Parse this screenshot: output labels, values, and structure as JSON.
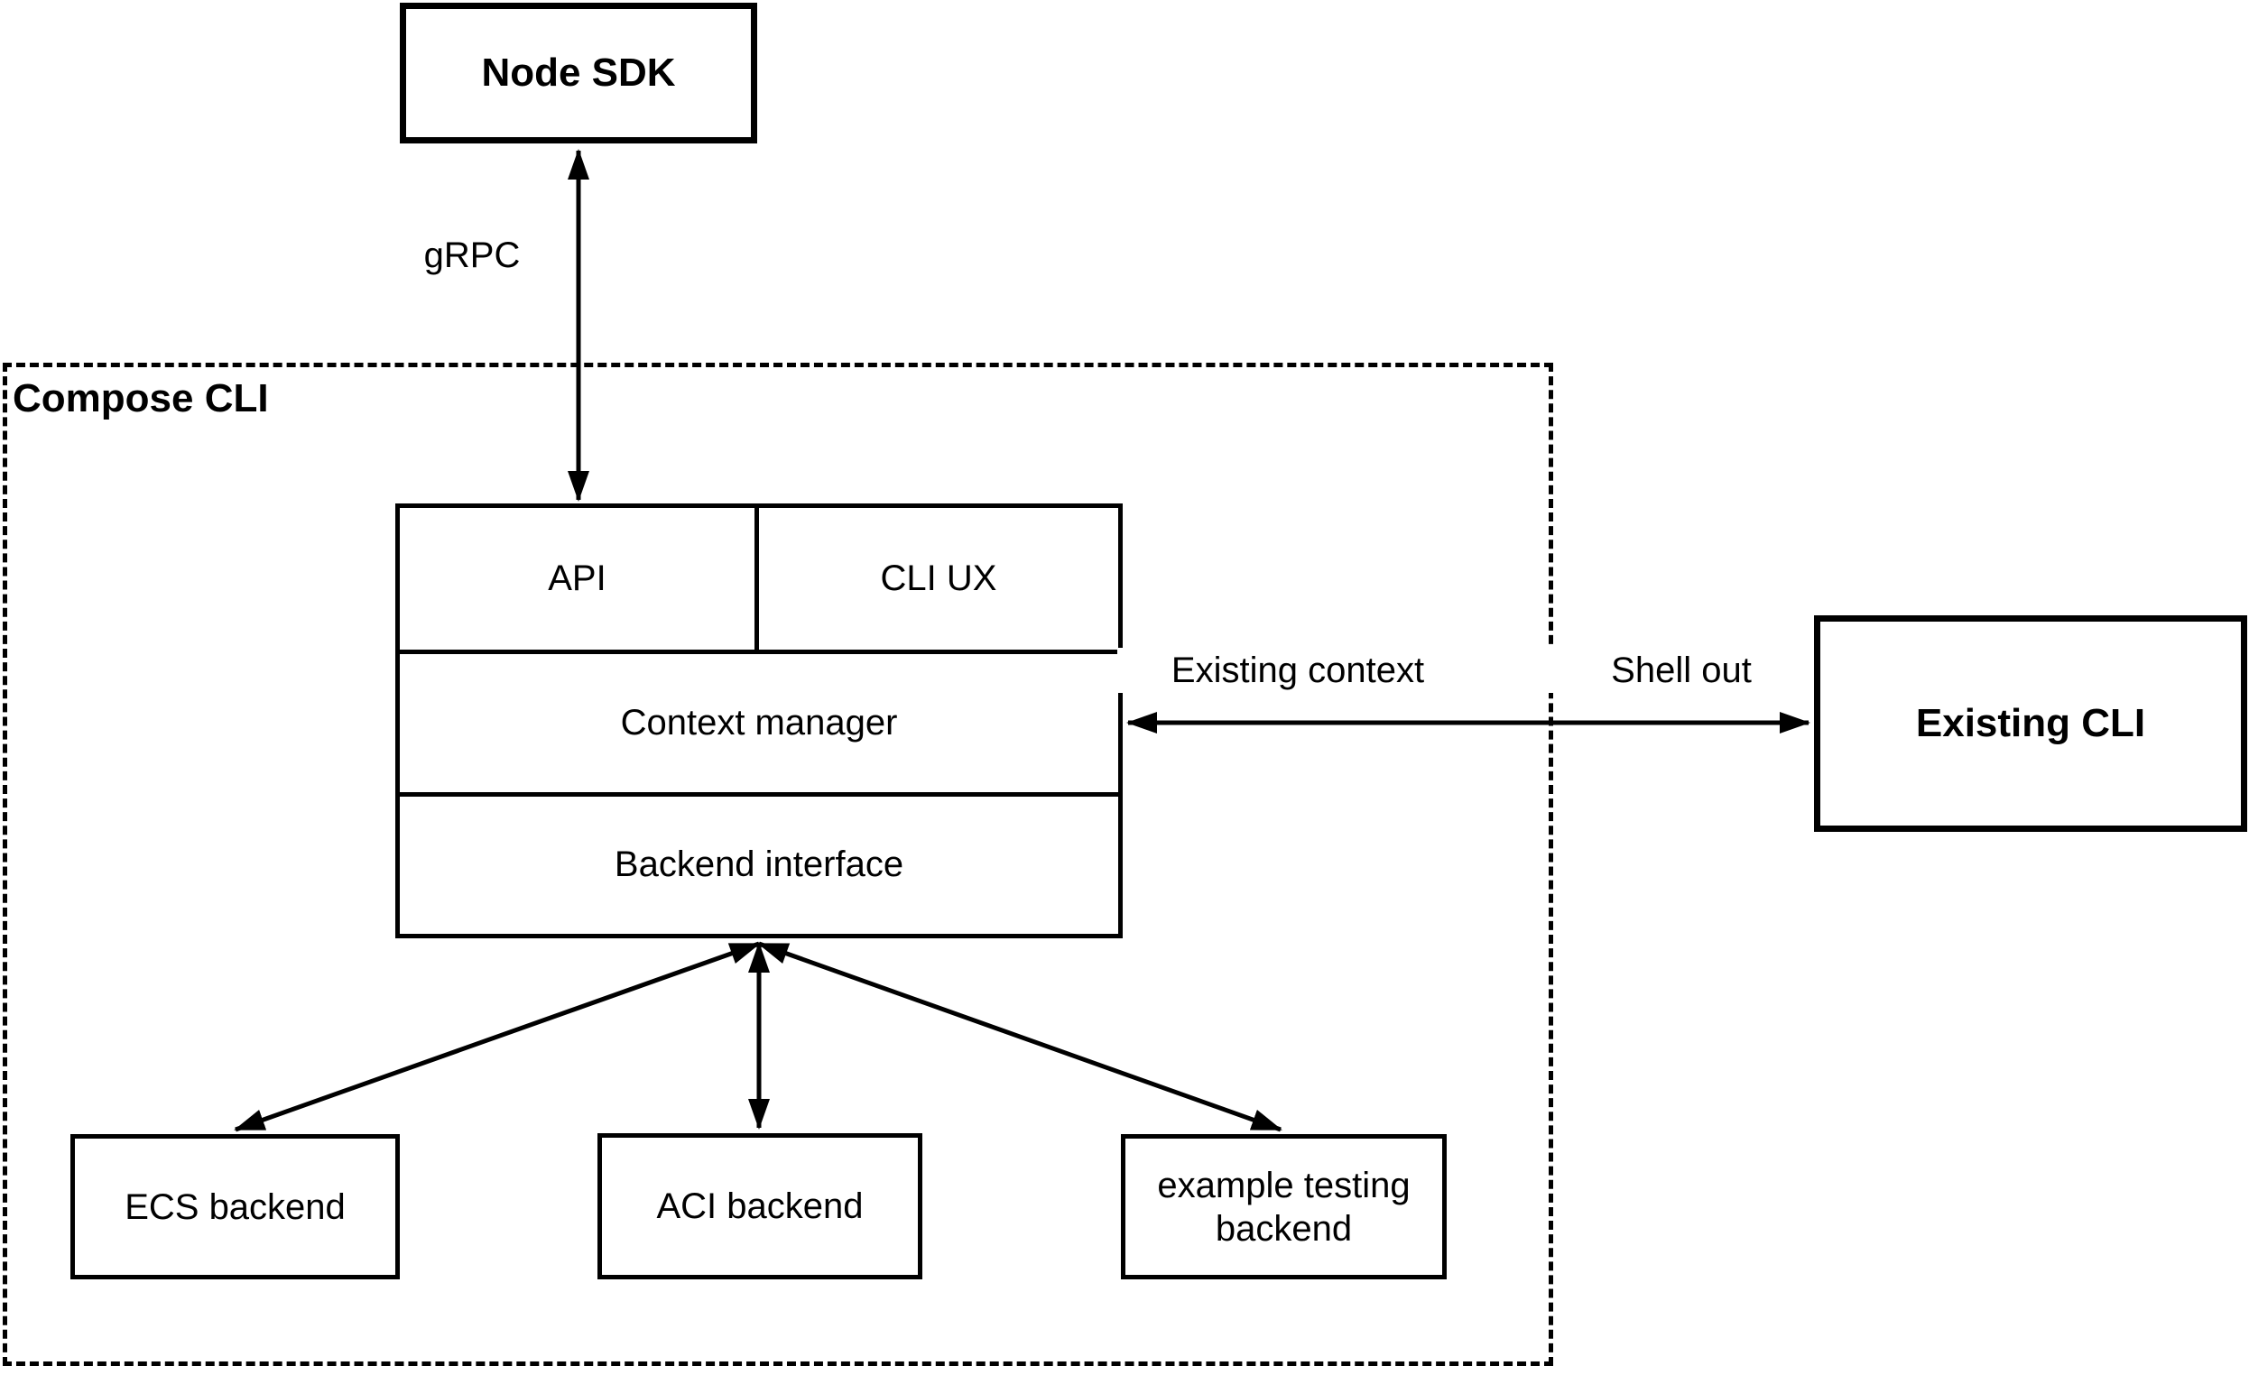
{
  "nodes": {
    "node_sdk": "Node SDK",
    "compose_cli": "Compose CLI",
    "api": "API",
    "cli_ux": "CLI UX",
    "context_manager": "Context manager",
    "backend_interface": "Backend interface",
    "ecs_backend": "ECS backend",
    "aci_backend": "ACI backend",
    "example_testing_backend": "example testing backend",
    "existing_cli": "Existing CLI"
  },
  "edges": {
    "grpc": "gRPC",
    "existing_context": "Existing context",
    "shell_out": "Shell out"
  },
  "colors": {
    "stroke": "#000000",
    "background": "#ffffff"
  }
}
